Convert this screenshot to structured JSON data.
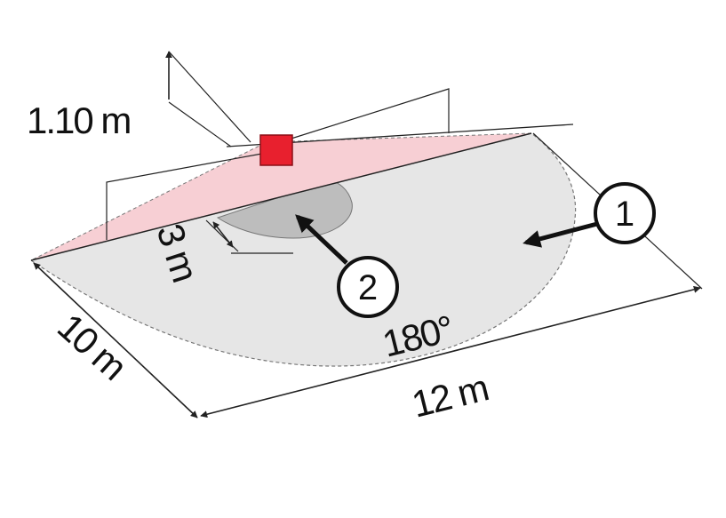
{
  "labels": {
    "height": "1.10 m",
    "inner_range": "3 m",
    "depth": "10 m",
    "width": "12 m",
    "angle": "180°"
  },
  "callouts": [
    {
      "number": "1"
    },
    {
      "number": "2"
    }
  ],
  "colors": {
    "sensor": "#e8202e",
    "coverage_zone": "#e6e6e6",
    "inner_zone": "#bdbdbd",
    "projection_plane": "#f7cfd4",
    "lines": "#222222"
  }
}
